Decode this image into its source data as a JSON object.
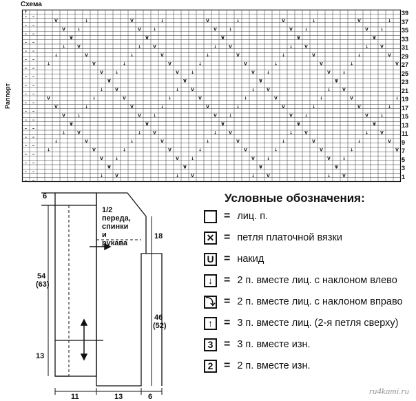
{
  "chart": {
    "title": "Схема",
    "side_label": "Раппорт",
    "row_numbers": [
      "39",
      "37",
      "35",
      "33",
      "31",
      "29",
      "27",
      "25",
      "23",
      "21",
      "19",
      "17",
      "15",
      "13",
      "11",
      "9",
      "7",
      "5",
      "3",
      "1"
    ],
    "up_arrow_symbol": "↑"
  },
  "pattern": {
    "label_lines": [
      "1/2",
      "переда,",
      "спинки",
      "и",
      "рукава"
    ],
    "dims": {
      "top_left": "6",
      "left_total": "54",
      "left_total_alt": "(63)",
      "left_lower": "13",
      "right_top": "18",
      "right_total": "46",
      "right_total_alt": "(52)",
      "bottom_1": "11",
      "bottom_2": "13",
      "bottom_3": "6"
    }
  },
  "legend": {
    "title": "Условные обозначения:",
    "items": [
      {
        "symbol": "",
        "icon": "empty-box-icon",
        "eq": "=",
        "text": "лиц. п."
      },
      {
        "symbol": "✕",
        "icon": "cross-icon",
        "eq": "=",
        "text": "петля платочной вязки"
      },
      {
        "symbol": "U",
        "icon": "yarn-over-icon",
        "eq": "=",
        "text": "накид"
      },
      {
        "symbol": "↓",
        "icon": "k2tog-left-icon",
        "eq": "=",
        "text": "2 п. вместе лиц. с наклоном влево"
      },
      {
        "symbol": "⤵",
        "icon": "k2tog-right-icon",
        "eq": "=",
        "text": "2 п. вместе лиц. с наклоном вправо"
      },
      {
        "symbol": "↑",
        "icon": "k3tog-icon",
        "eq": "=",
        "text": "3 п. вместе лиц. (2-я петля сверху)"
      },
      {
        "symbol": "3",
        "icon": "p3tog-icon",
        "eq": "=",
        "text": "3 п. вместе изн."
      },
      {
        "symbol": "2",
        "icon": "p2tog-icon",
        "eq": "=",
        "text": "2 п. вместе изн."
      }
    ]
  },
  "watermark": "ru4kami.ru"
}
